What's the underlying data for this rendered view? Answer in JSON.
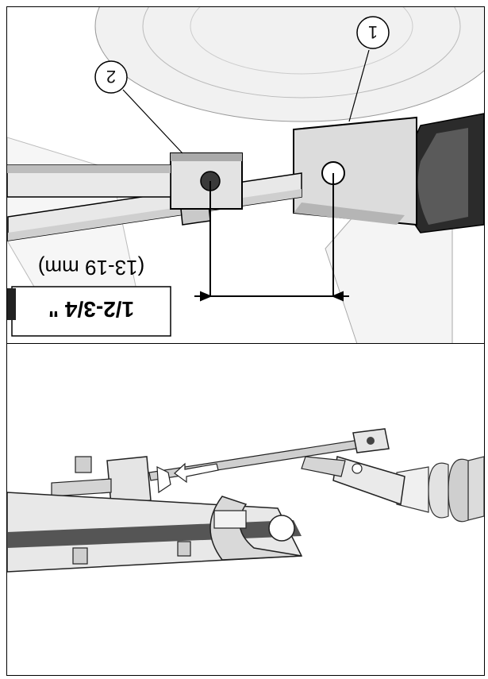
{
  "callouts": [
    {
      "number": "1"
    },
    {
      "number": "2"
    }
  ],
  "measurement": {
    "value": "1/2-3/4 \"",
    "metric": "(13-19 mm)"
  },
  "colors": {
    "line": "#000000",
    "part_light": "#e9e9e9",
    "part_mid": "#bdbdbd",
    "part_dark": "#3a3a3a",
    "label_box": "#ffffff"
  }
}
